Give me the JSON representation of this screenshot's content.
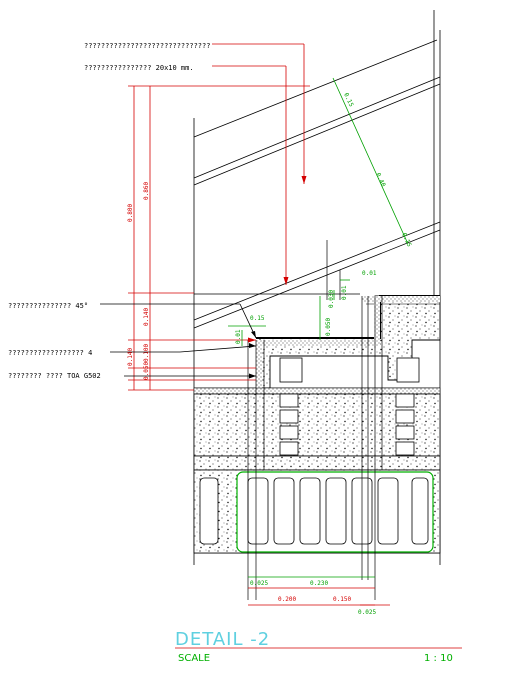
{
  "annotations": {
    "top_note": "??????????????????????????????",
    "handrail_note": "???????????????? 20x10 mm.",
    "nosing_note": "??????????????? 45°",
    "layer_note": "?????????????????? 4",
    "paint_note": "???????? ???? TOA G502"
  },
  "dimensions": {
    "vertical_red": [
      "0.800",
      "0.860",
      "0.140",
      "0.140",
      "0.100",
      "0.050"
    ],
    "vertical_green": [
      "0.01",
      "0.030",
      "0.050",
      "0.01",
      "0.01"
    ],
    "stair_green": [
      "0.15",
      "0.15",
      "0.40",
      "0.15"
    ],
    "bottom_green": [
      "0.025",
      "0.230",
      "0.025"
    ],
    "bottom_red": [
      "0.200",
      "0.150"
    ]
  },
  "title_block": {
    "title": "DETAIL  -2",
    "scale_label": "SCALE",
    "scale_value": "1 : 10"
  }
}
